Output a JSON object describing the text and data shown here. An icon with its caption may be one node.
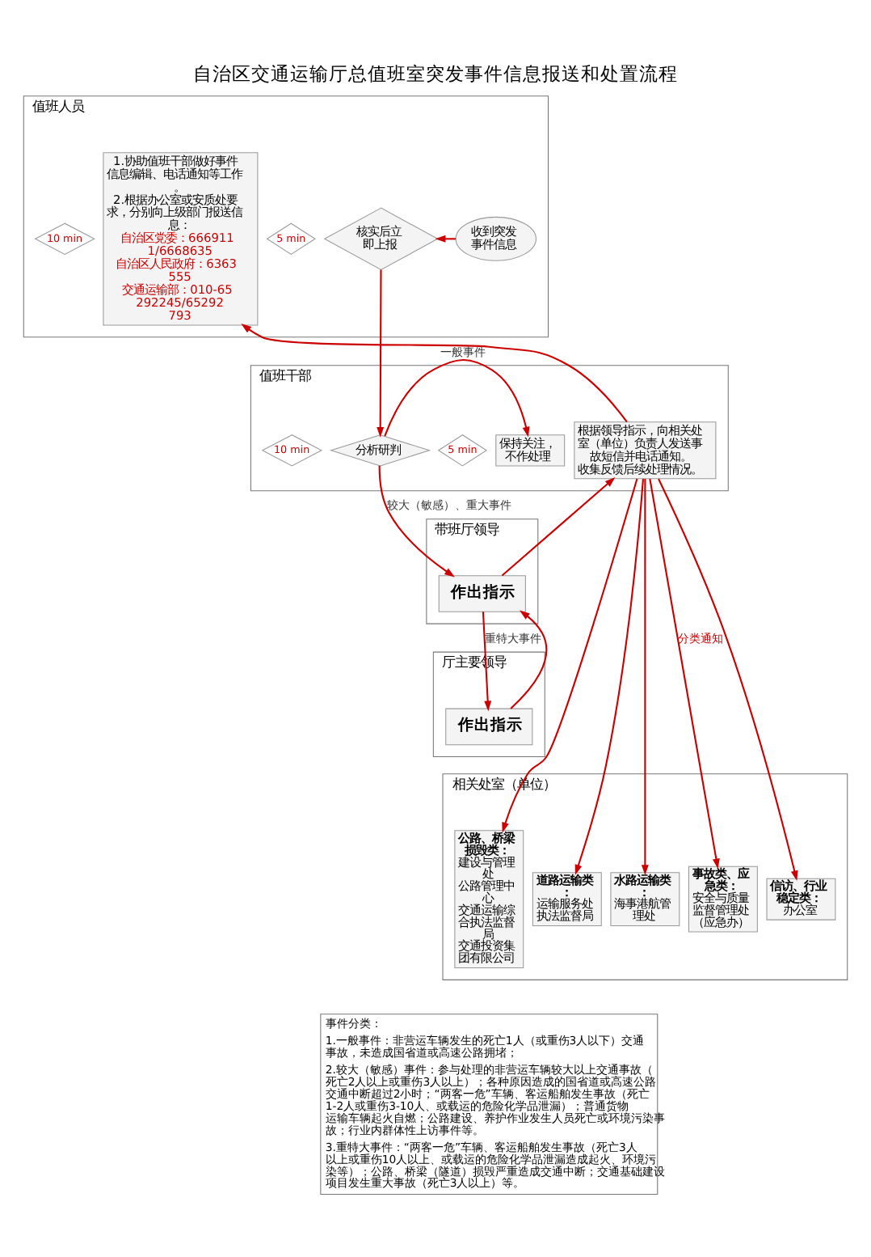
{
  "diagram": {
    "title": "自治区交通运输厅总值班室突发事件信息报送和处置流程",
    "nodes": [
      {
        "text": [
          "值班人员"
        ]
      },
      {
        "text": [
          "收到突发事件信息"
        ],
        "in": 0
      },
      {
        "text": [
          "核实后立即上报"
        ],
        "in": 0
      },
      {
        "text": [
          "5 min"
        ],
        "in": 0
      },
      {
        "text": [
          "1.协助值班干部做好事件信息编辑、电话通知等工作。",
          "2.根据办公室或安质处要求，分别向上级部门报送信息：",
          "自治区党委：6669111/6668635",
          "自治区人民政府：6363555",
          "交通运输部：010-65292245/65292793"
        ],
        "in": 0
      },
      {
        "text": [
          "10 min"
        ],
        "in": 0
      },
      {
        "text": [
          "值班干部"
        ]
      },
      {
        "text": [
          "保持关注，不作处理"
        ],
        "in": 6
      },
      {
        "text": [
          "分析研判"
        ],
        "in": 6
      },
      {
        "text": [
          "5 min"
        ],
        "in": 6
      },
      {
        "text": [
          "根据领导指示，向相关处室（单位）负责人发送事故短信并电话通知。",
          "收集反馈后续处理情况。"
        ],
        "in": 6
      },
      {
        "text": [
          "10 min"
        ],
        "in": 6
      },
      {
        "text": [
          "带班厅领导"
        ]
      },
      {
        "text": [
          "作出指示"
        ],
        "in": 12
      },
      {
        "text": [
          "厅主要领导"
        ]
      },
      {
        "text": [
          "作出指示"
        ],
        "in": 14
      },
      {
        "text": [
          "相关处室（单位）"
        ]
      },
      {
        "text": [
          "公路、桥梁损毁类：",
          "建设与管理处",
          "公路管理中心",
          "交通运输综合执法监督局",
          "交通投资集团有限公司"
        ],
        "in": 16
      },
      {
        "text": [
          "道路运输类：",
          "运输服务处",
          "执法监督局"
        ],
        "in": 16
      },
      {
        "text": [
          "水路运输类：",
          "海事港航管理处"
        ],
        "in": 16
      },
      {
        "text": [
          "事故类、应急类：",
          "安全与质量监督管理处",
          "（应急办）"
        ],
        "in": 16
      },
      {
        "text": [
          "信访、行业稳定类：",
          "办公室"
        ],
        "in": 16
      }
    ],
    "edges": [
      {
        "from": 1,
        "to": 2,
        "arrow": "to"
      },
      {
        "from": 2,
        "to": 8,
        "arrow": "to"
      },
      {
        "from": 8,
        "to": 7,
        "arrow": "to",
        "label": "一般事件"
      },
      {
        "from": 8,
        "to": 13,
        "arrow": "to",
        "label": "较大（敏感）、重大事件"
      },
      {
        "from": 13,
        "to": 15,
        "arrow": "to",
        "label": "重特大事件"
      },
      {
        "from": 15,
        "to": 13,
        "arrow": "to"
      },
      {
        "from": 13,
        "to": 10,
        "arrow": "to"
      },
      {
        "from": 10,
        "to": 4,
        "arrow": "to"
      },
      {
        "from": 10,
        "to": 17,
        "arrow": "to"
      },
      {
        "from": 10,
        "to": 18,
        "arrow": "to"
      },
      {
        "from": 10,
        "to": 19,
        "arrow": "to"
      },
      {
        "from": 10,
        "to": 20,
        "arrow": "to",
        "label": "分类通知"
      },
      {
        "from": 10,
        "to": 21,
        "arrow": "to"
      }
    ],
    "labels": [
      "事件分类：",
      "1.一般事件：非营运车辆发生的死亡1人（或重伤3人以下）交通事故，未造成国省道或高速公路拥堵；",
      "2.较大（敏感）事件：参与处理的非营运车辆较大以上交通事故（死亡2人以上或重伤3人以上）；各种原因造成的国省道或高速公路交通中断超过2小时；“两客一危”车辆、客运船舶发生事故（死亡1-2人或重伤3-10人、或载运的危险化学品泄漏）；普通货物运输车辆起火自燃；公路建设、养护作业发生人员死亡或环境污染事故；行业内群体性上访事件等。",
      "3.重特大事件：“两客一危”车辆、客运船舶发生事故（死亡3人以上或重伤10人以上、或载运的危险化学品泄漏造成起火、环境污染等）；公路、桥梁（隧道）损毁严重造成交通中断；交通基础建设项目发生重大事故（死亡3人以上）等。"
    ]
  }
}
